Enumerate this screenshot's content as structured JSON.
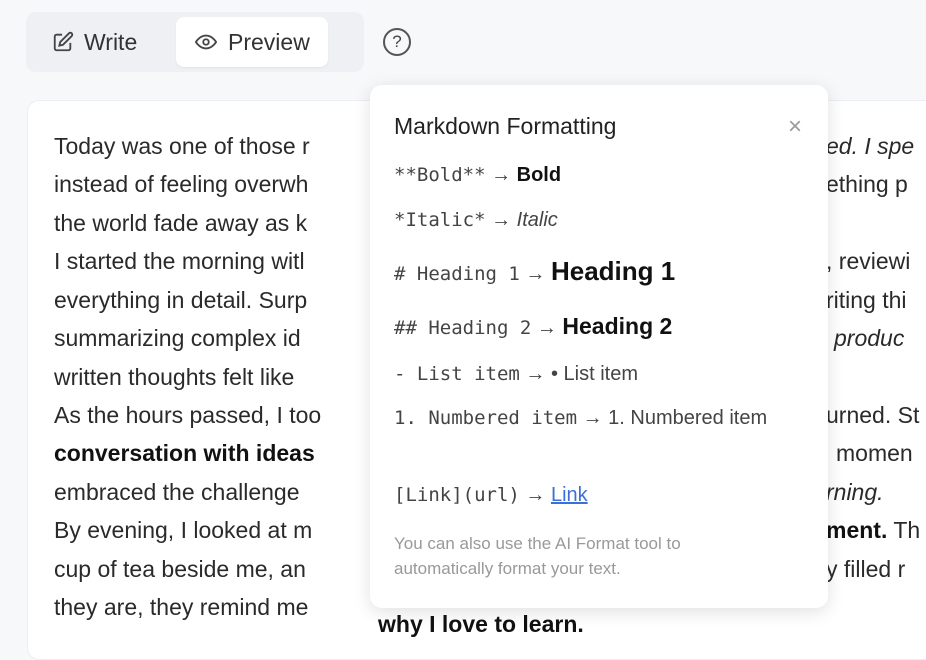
{
  "toolbar": {
    "write_label": "Write",
    "preview_label": "Preview",
    "help_icon": "?"
  },
  "editor": {
    "lines": [
      {
        "left": "Today was one of those r",
        "right": "ed. I spe"
      },
      {
        "left": "instead of feeling overwh",
        "right": "ething p"
      },
      {
        "left": "the world fade away as k",
        "right": ""
      },
      {
        "left": "I started the morning witl",
        "right": ", reviewi"
      },
      {
        "left": "everything in detail. Surp",
        "right": "riting thi"
      },
      {
        "left": "summarizing complex id",
        "right": "produc"
      },
      {
        "left": "written thoughts felt like",
        "right": ""
      },
      {
        "left": "As the hours passed, I too",
        "right": "urned. St"
      },
      {
        "left": "conversation with ideas",
        "right": "momen"
      },
      {
        "left": "embraced the challenge",
        "right": "rning."
      },
      {
        "left": "By evening, I looked at m",
        "right": "ment.",
        "right_tail": " Th"
      },
      {
        "left": "cup of tea beside me, an",
        "right": "y filled r"
      },
      {
        "left": "they are, they remind me",
        "right": ""
      }
    ],
    "last_line_tail": "why I love to learn."
  },
  "popup": {
    "title": "Markdown Formatting",
    "close_icon": "×",
    "rows": [
      {
        "syntax": "**Bold**",
        "result": "Bold"
      },
      {
        "syntax": "*Italic*",
        "result": "Italic"
      },
      {
        "syntax": "# Heading 1",
        "result": "Heading 1"
      },
      {
        "syntax": "## Heading 2",
        "result": "Heading 2"
      },
      {
        "syntax": "- List item",
        "result": "• List item"
      },
      {
        "syntax": "1. Numbered item",
        "result": "1. Numbered item"
      },
      {
        "syntax": "[Link](url)",
        "result": "Link"
      }
    ],
    "arrow": "→",
    "note": "You can also use the AI Format tool to automatically format your text."
  }
}
